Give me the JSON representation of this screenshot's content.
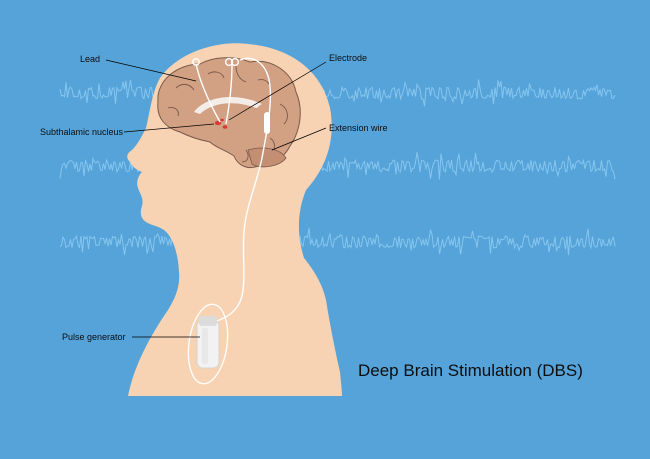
{
  "labels": {
    "lead": "Lead",
    "electrode": "Electrode",
    "subthalamic_nucleus": "Subthalamic nucleus",
    "extension_wire": "Extension wire",
    "pulse_generator": "Pulse generator"
  },
  "title": "Deep Brain Stimulation (DBS)",
  "colors": {
    "background": "#55a3d9",
    "wave": "#86c6ee",
    "skin": "#f7d3b3",
    "brain": "#d2a083",
    "brain_outline": "#7a5a4a",
    "hardware": "#ffffff",
    "nucleus": "#d63a32",
    "leader_line": "#000000"
  }
}
